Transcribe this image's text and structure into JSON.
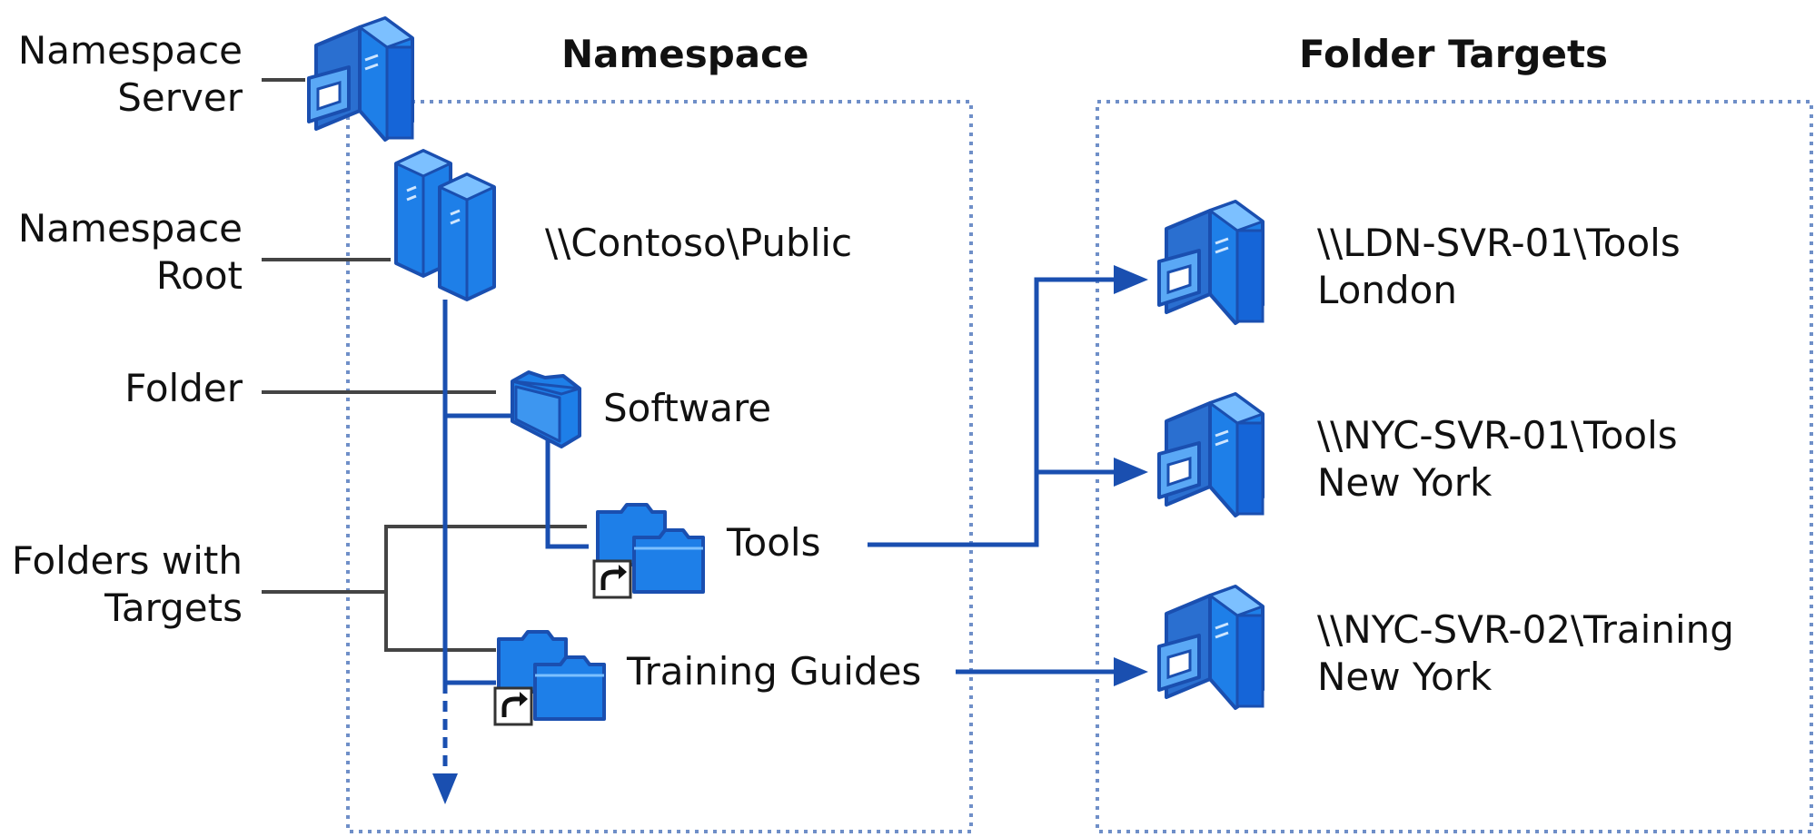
{
  "colors": {
    "accent": "#1a4fb0",
    "icon_fill": "#1e7fe8",
    "icon_light": "#7cc0ff",
    "leader": "#444444",
    "box_border": "#6f8fc8"
  },
  "headings": {
    "namespace": "Namespace",
    "folder_targets": "Folder Targets"
  },
  "legend": {
    "namespace_server": [
      "Namespace",
      "Server"
    ],
    "namespace_root": [
      "Namespace",
      "Root"
    ],
    "folder": [
      "Folder"
    ],
    "folders_with_targets": [
      "Folders with",
      "Targets"
    ]
  },
  "namespace": {
    "root_path": "\\\\Contoso\\Public",
    "folder": "Software",
    "targets_folder_1": "Tools",
    "targets_folder_2": "Training Guides"
  },
  "targets": [
    {
      "path": "\\\\LDN-SVR-01\\Tools",
      "site": "London"
    },
    {
      "path": "\\\\NYC-SVR-01\\Tools",
      "site": "New York"
    },
    {
      "path": "\\\\NYC-SVR-02\\Training",
      "site": "New York"
    }
  ],
  "icons": {
    "namespace_server": "server-icon",
    "namespace_root": "dual-server-icon",
    "folder": "folder-icon",
    "folder_with_targets": "folder-shortcut-icon",
    "target_server": "server-icon"
  }
}
